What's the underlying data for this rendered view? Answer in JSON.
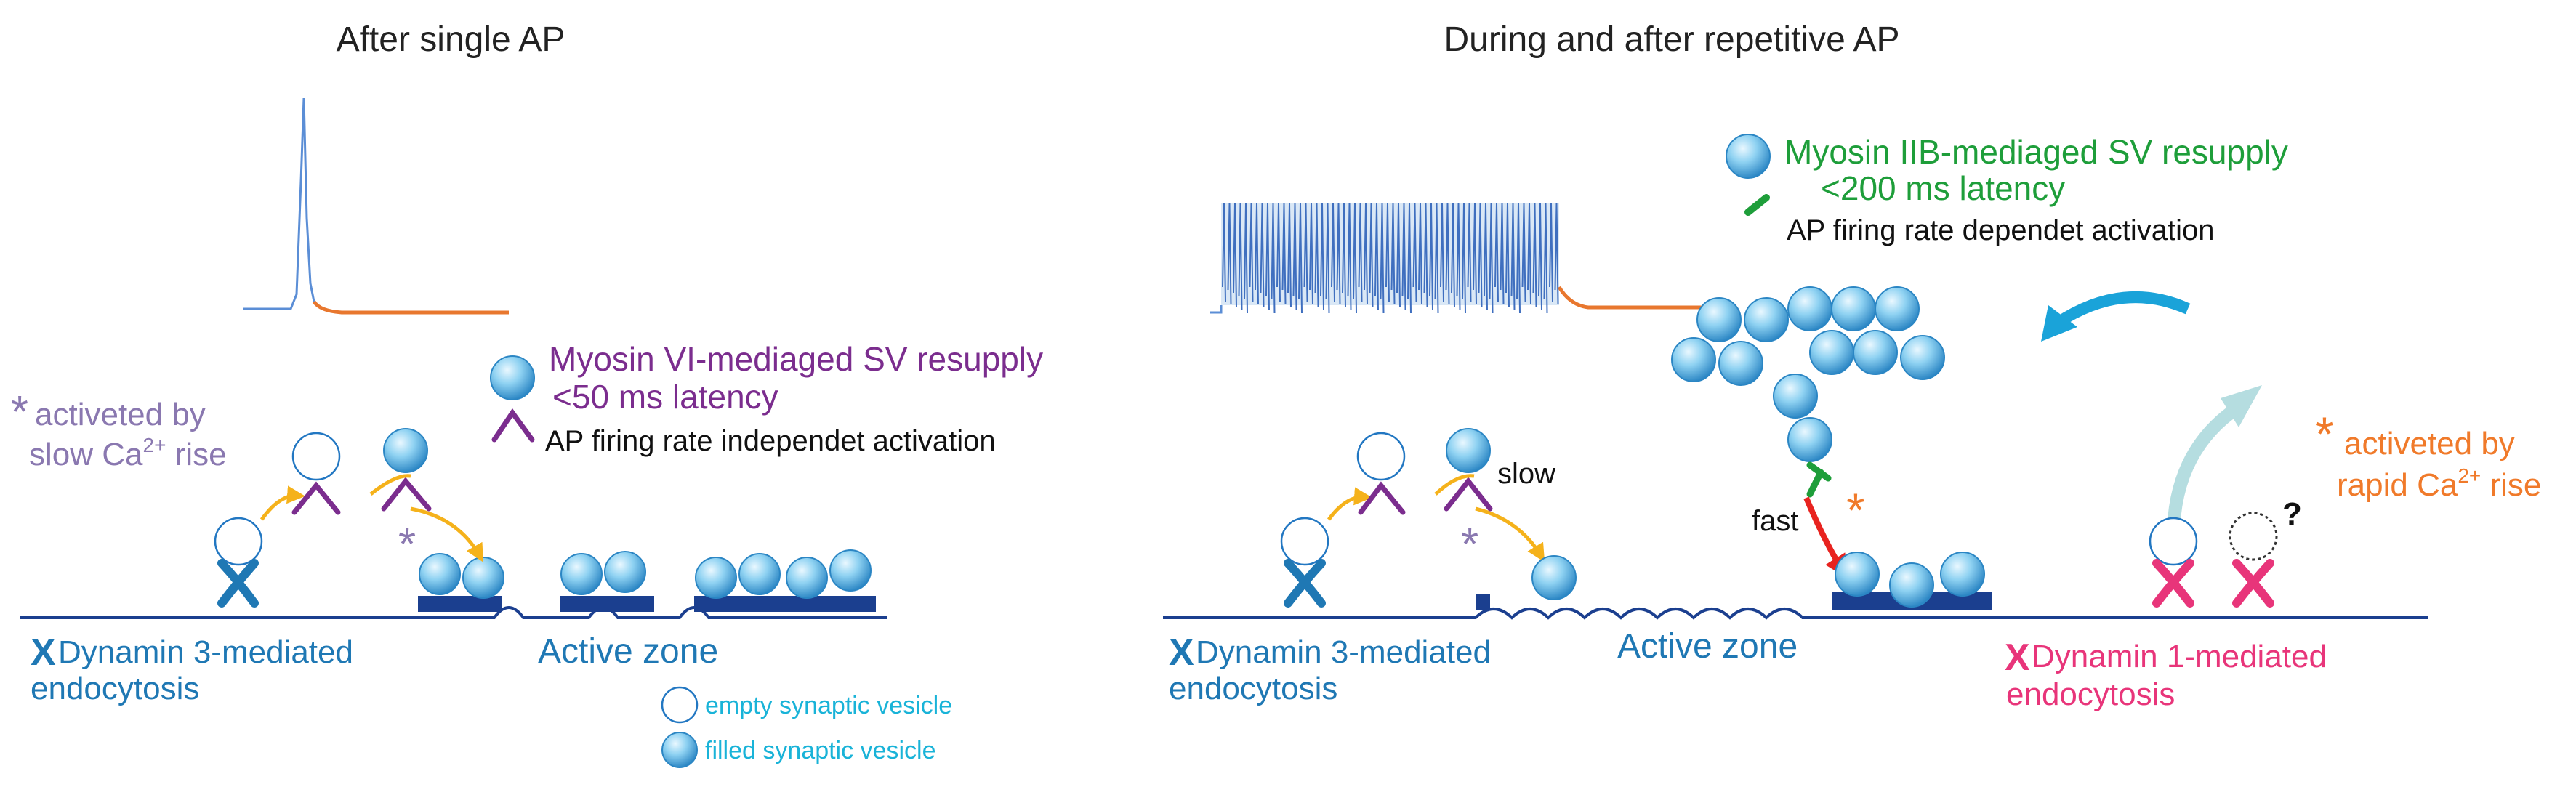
{
  "panels": {
    "left_title": "After single AP",
    "right_title": "During and after repetitive AP"
  },
  "left": {
    "activated_note": {
      "star": "*",
      "line1": "activeted by",
      "line2_pre": "slow Ca",
      "sup": "2+",
      "line2_post": " rise"
    },
    "myosin": {
      "line1": "Myosin VI-mediaged SV resupply",
      "line2": "<50 ms latency",
      "line3": "AP firing rate independet activation"
    },
    "active_zone": "Active zone",
    "dynamin": {
      "mark": "X",
      "line1": "Dynamin 3-mediated",
      "line2": "endocytosis"
    },
    "star": "*"
  },
  "legend": {
    "empty": "empty synaptic vesicle",
    "filled": "filled synaptic vesicle"
  },
  "right": {
    "myosin": {
      "line1": "Myosin IIB-mediaged SV resupply",
      "line2": "<200 ms latency",
      "line3": "AP firing rate dependet activation"
    },
    "slow": "slow",
    "fast": "fast",
    "star_purple": "*",
    "star_orange": "*",
    "question": "?",
    "activated_note": {
      "star": "*",
      "line1": "activeted by",
      "line2_pre": "rapid Ca",
      "sup": "2+",
      "line2_post": " rise"
    },
    "active_zone": "Active zone",
    "dynamin3": {
      "mark": "X",
      "line1": "Dynamin 3-mediated",
      "line2": "endocytosis"
    },
    "dynamin1": {
      "mark": "X",
      "line1": "Dynamin 1-mediated",
      "line2": "endocytosis"
    }
  },
  "colors": {
    "blue_text": "#1f78b4",
    "purple": "#7b2d8e",
    "purple_light": "#8a78b0",
    "orange": "#f07a2a",
    "green": "#1e9e3a",
    "pink": "#e8357a",
    "membrane": "#1b3f8f",
    "arrow_yellow": "#f5b21b",
    "arrow_cyan": "#1aa3d9",
    "arrow_pale": "#b5dde0",
    "arrow_red": "#e8231f",
    "trace_blue": "#5b8ed6",
    "trace_orange": "#e8772e"
  }
}
